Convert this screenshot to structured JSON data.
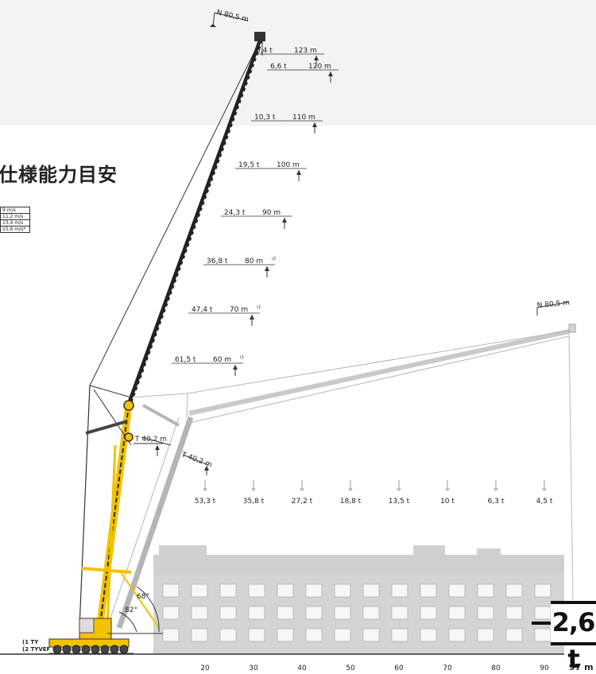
{
  "title": "仕様能力目安",
  "wind_table": [
    "9 m/s",
    "11,2 m/s",
    "13,4 m/s",
    "15,6 m/s*"
  ],
  "luffing_boom": {
    "tip_label": "N 80,5 m",
    "capacities": [
      {
        "load": "5,4 t",
        "height": "123 m",
        "mark": ""
      },
      {
        "load": "6,6 t",
        "height": "120 m",
        "mark": ""
      },
      {
        "load": "10,3 t",
        "height": "110 m",
        "mark": ""
      },
      {
        "load": "19,5 t",
        "height": "100 m",
        "mark": ""
      },
      {
        "load": "24,3 t",
        "height": "90 m",
        "mark": ""
      },
      {
        "load": "36,8 t",
        "height": "80 m",
        "mark": "(2"
      },
      {
        "load": "47,4 t",
        "height": "70 m",
        "mark": "(1"
      },
      {
        "load": "61,5 t",
        "height": "60 m",
        "mark": "(1"
      }
    ],
    "main_boom_label": "T 40,2 m"
  },
  "inclined_boom": {
    "tip_label": "N 80,5 m",
    "main_boom_label": "T 40,2 m",
    "radius_loads": [
      "53,3 t",
      "35,8 t",
      "27,2 t",
      "18,8 t",
      "13,5 t",
      "10 t",
      "6,3 t",
      "4,5 t"
    ]
  },
  "angles": [
    "68°",
    "82°"
  ],
  "footnotes": [
    "(1 TY",
    "(2 TYVEF"
  ],
  "big_load": "2,6 t",
  "x_axis": {
    "ticks": [
      "20",
      "30",
      "40",
      "50",
      "60",
      "70",
      "80",
      "90"
    ],
    "end_label": "97 m"
  },
  "colors": {
    "crane": "#f2c200",
    "boom": "#222222",
    "ghost": "#bdbdbd",
    "building": "#d3d3d3"
  }
}
